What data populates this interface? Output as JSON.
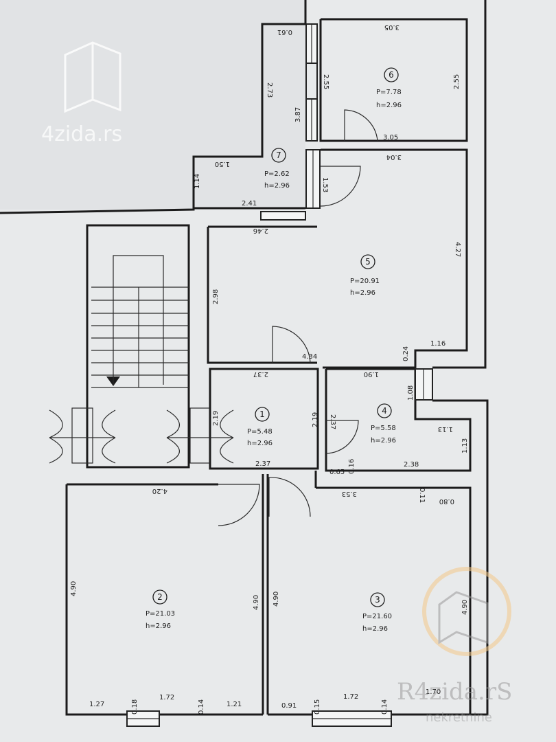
{
  "watermarks": {
    "top_left": "4zida.rs",
    "bottom_right": "R4zida.rS",
    "bottom_right_sub": "nekretnine"
  },
  "rooms": [
    {
      "id": "1",
      "area": "P=5.48",
      "height": "h=2.96"
    },
    {
      "id": "2",
      "area": "P=21.03",
      "height": "h=2.96"
    },
    {
      "id": "3",
      "area": "P=21.60",
      "height": "h=2.96"
    },
    {
      "id": "4",
      "area": "P=5.58",
      "height": "h=2.96"
    },
    {
      "id": "5",
      "area": "P=20.91",
      "height": "h=2.96"
    },
    {
      "id": "6",
      "area": "P=7.78",
      "height": "h=2.96"
    },
    {
      "id": "7",
      "area": "P=2.62",
      "height": "h=2.96"
    }
  ],
  "dimensions": {
    "d_061": "0.61",
    "d_305_top": "3.05",
    "d_273": "2.73",
    "d_255_left": "2.55",
    "d_255_right": "2.55",
    "d_387": "3.87",
    "d_305_bottom": "3.05",
    "d_304": "3.04",
    "d_150": "1.50",
    "d_114": "1.14",
    "d_153": "1.53",
    "d_241": "2.41",
    "d_246": "2.46",
    "d_427": "4.27",
    "d_298": "2.98",
    "d_116": "1.16",
    "d_434": "4.34",
    "d_024": "0.24",
    "d_237_top": "2.37",
    "d_190": "1.90",
    "d_108": "1.08",
    "d_219_left": "2.19",
    "d_219_right": "2.19",
    "d_237_mid": "2.37",
    "d_113_a": "1.13",
    "d_113_b": "1.13",
    "d_016": "0.16",
    "d_065": "0.65",
    "d_238": "2.38",
    "d_237_bottom": "2.37",
    "d_420": "4.20",
    "d_353": "3.53",
    "d_011": "0.11",
    "d_080": "0.80",
    "d_490_a": "4.90",
    "d_490_b": "4.90",
    "d_490_c": "4.90",
    "d_490_d": "4.90",
    "d_127": "1.27",
    "d_018": "0.18",
    "d_172_a": "1.72",
    "d_014_a": "0.14",
    "d_121": "1.21",
    "d_091": "0.91",
    "d_015": "0.15",
    "d_172_b": "1.72",
    "d_014_b": "0.14",
    "d_170": "1.70"
  }
}
